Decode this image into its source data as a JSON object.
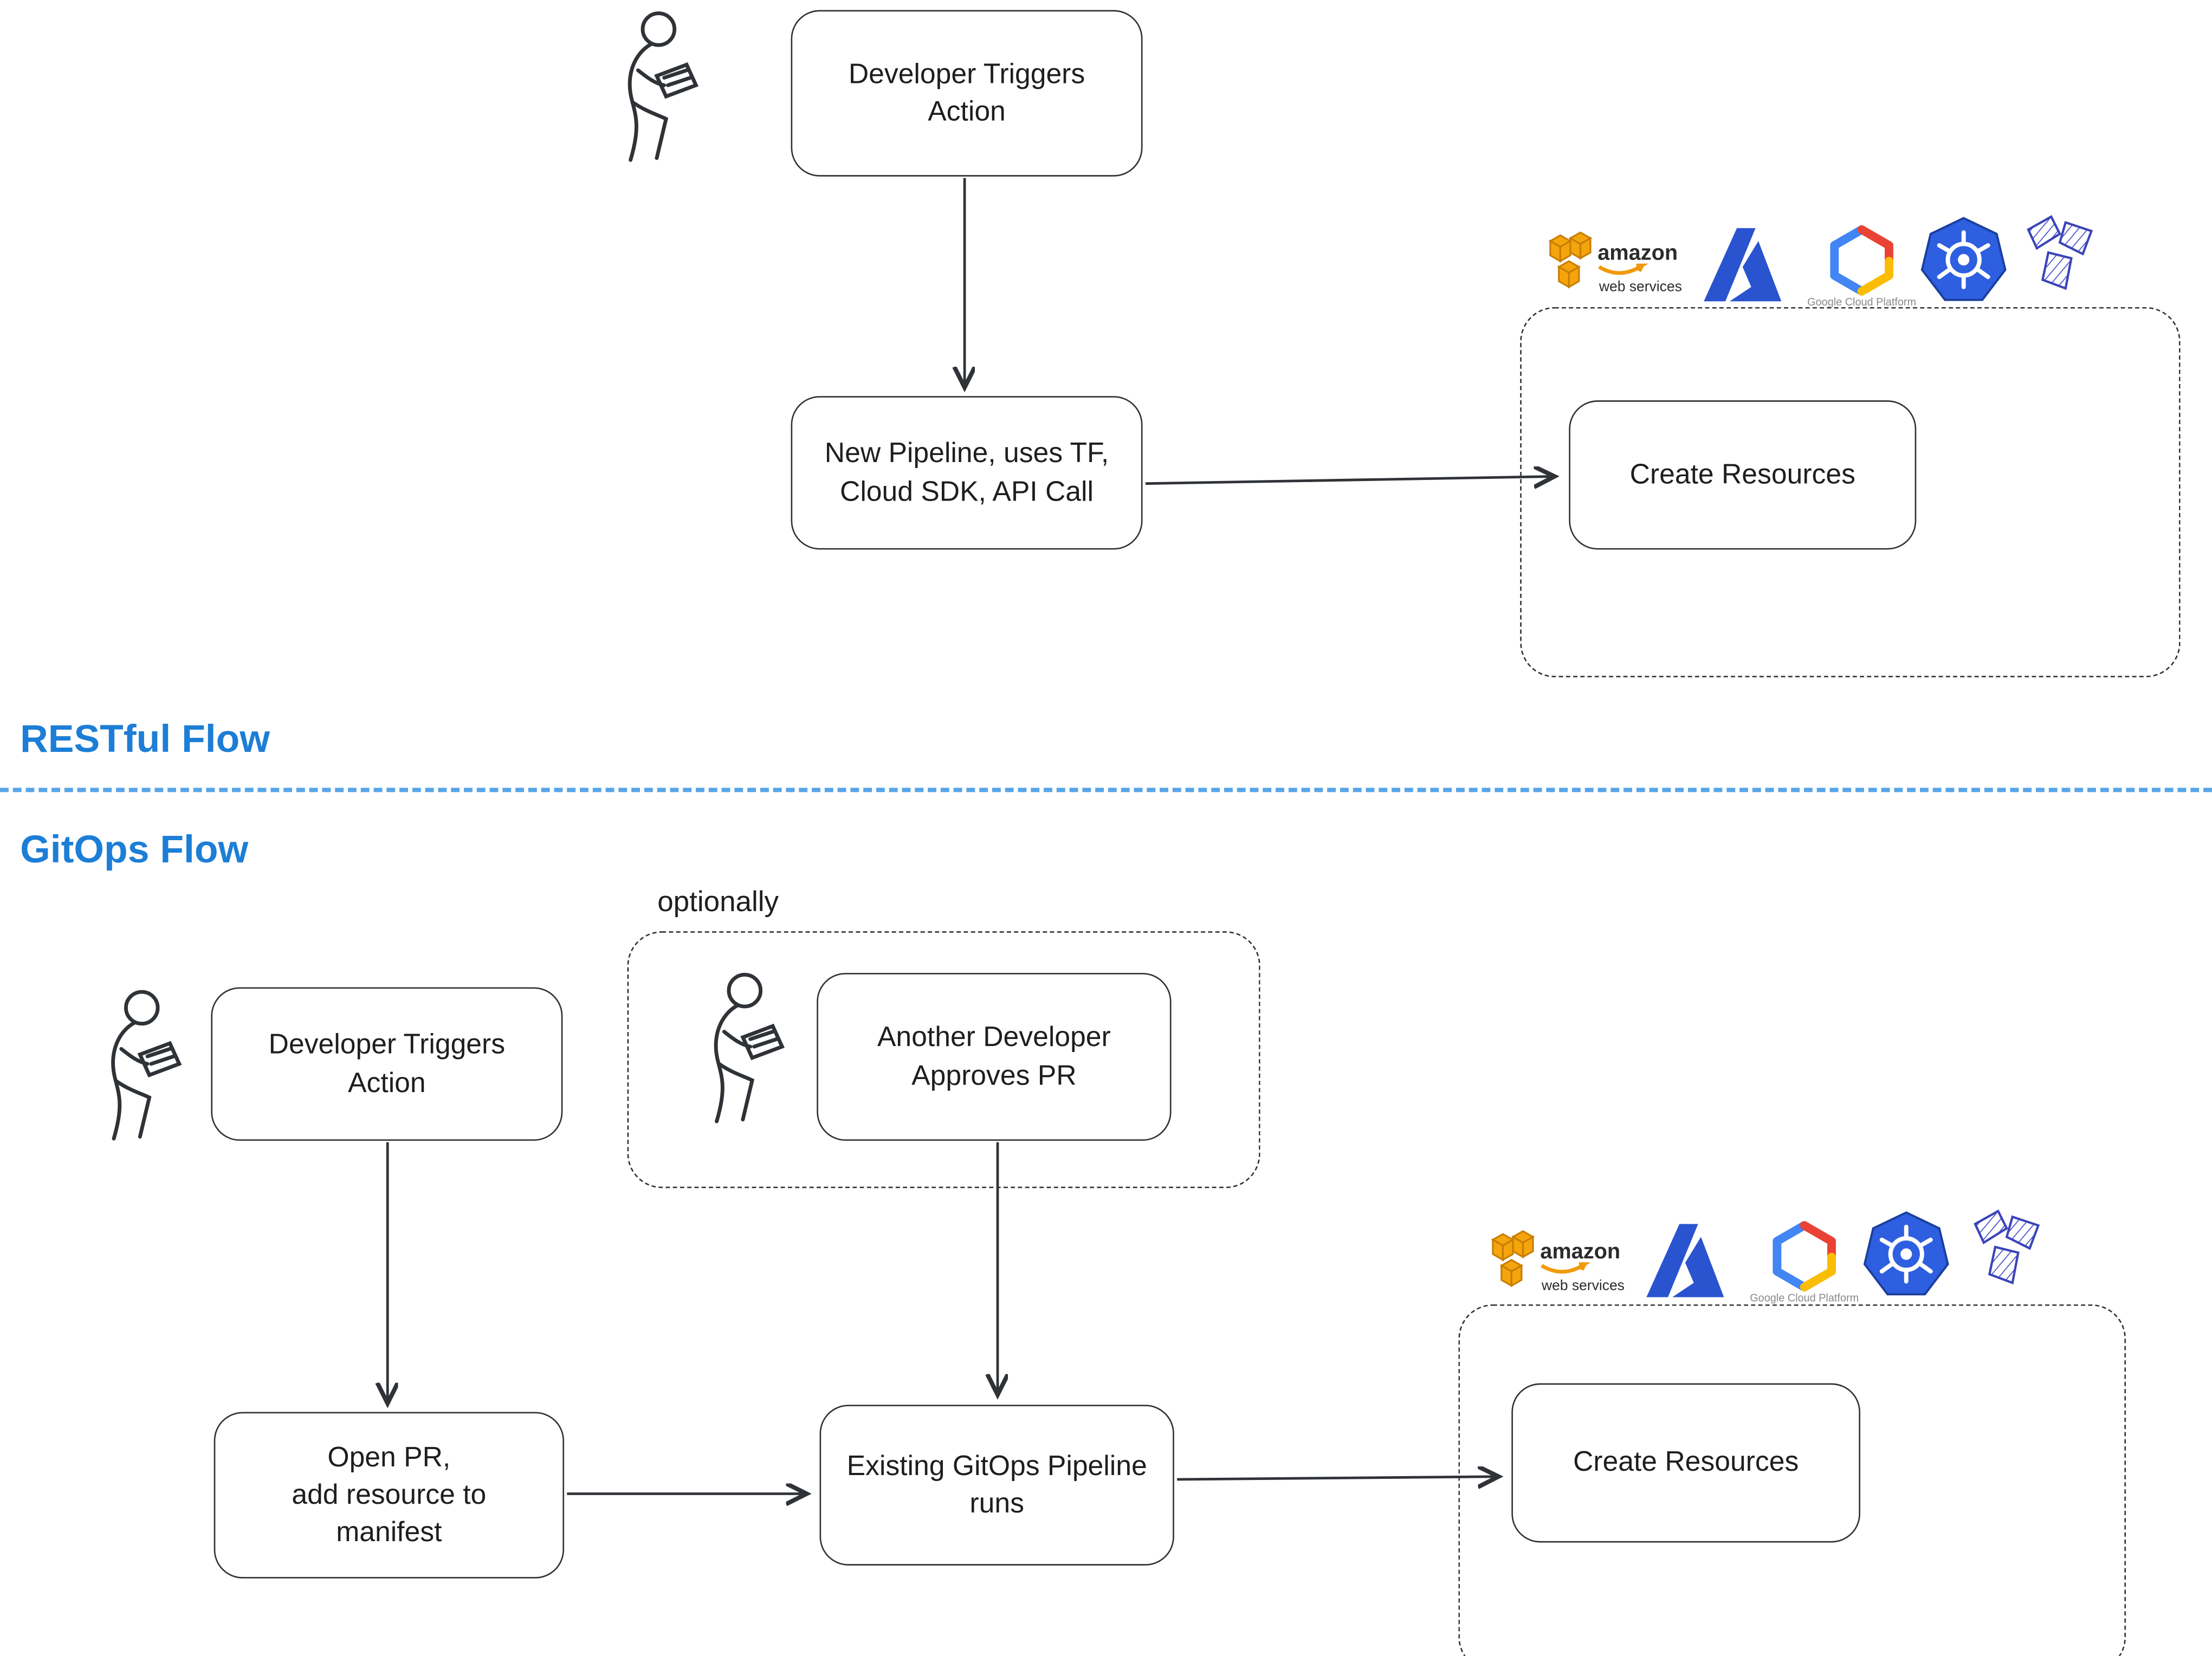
{
  "headings": {
    "restful_flow": "RESTful Flow",
    "gitops_flow": "GitOps Flow",
    "optionally": "optionally"
  },
  "restful": {
    "developer_trigger": "Developer Triggers\nAction",
    "pipeline": "New Pipeline, uses TF,\nCloud SDK, API Call",
    "create_resources": "Create Resources"
  },
  "gitops": {
    "developer_trigger": "Developer Triggers\nAction",
    "open_pr": "Open PR,\nadd resource to\nmanifest",
    "approve": "Another Developer\nApproves PR",
    "pipeline": "Existing GitOps Pipeline\nruns",
    "create_resources": "Create Resources"
  },
  "logos": {
    "list": [
      "aws",
      "azure",
      "gcp",
      "kubernetes",
      "terraform"
    ],
    "aws": {
      "name": "amazon",
      "subtitle": "web services"
    },
    "gcp": {
      "caption": "Google Cloud Platform"
    }
  },
  "colors": {
    "accent_blue": "#1c7ed6",
    "divider_blue": "#58a6e8",
    "stroke": "#2f3337",
    "aws_orange": "#f5a50b",
    "azure_blue": "#2a53cf",
    "kubernetes_blue": "#2e5fe0",
    "terraform_indigo": "#4750c9",
    "gcp_blue": "#4285f4",
    "gcp_red": "#ea4335",
    "gcp_yellow": "#fbbc05"
  }
}
